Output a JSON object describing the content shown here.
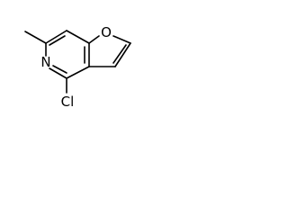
{
  "molecule": {
    "atoms": {
      "oxygen": "O",
      "nitrogen": "N",
      "chlorine": "Cl"
    },
    "colors": {
      "bond": "#000000",
      "label": "#000000",
      "background": "#ffffff"
    }
  }
}
